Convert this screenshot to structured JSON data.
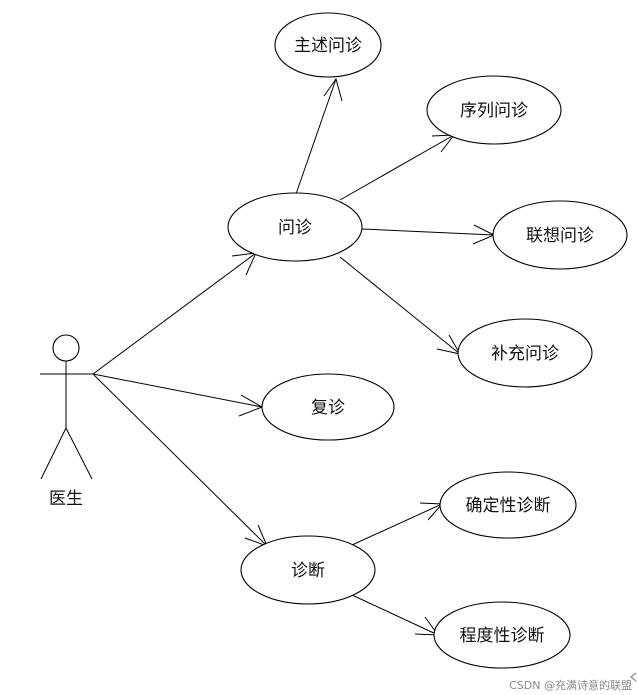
{
  "actor": {
    "name": "医生"
  },
  "use_cases": {
    "inquiry": "问诊",
    "chief_complaint": "主述问诊",
    "sequential": "序列问诊",
    "associative": "联想问诊",
    "supplementary": "补充问诊",
    "follow_up": "复诊",
    "diagnosis": "诊断",
    "definitive": "确定性诊断",
    "degree": "程度性诊断"
  },
  "watermark": "CSDN @充满诗意的联盟"
}
